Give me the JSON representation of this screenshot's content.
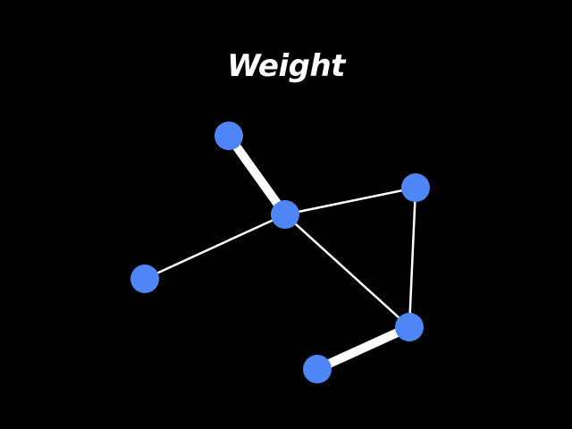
{
  "title": "Weight",
  "colors": {
    "background": "#000000",
    "node_fill": "#4f86f7",
    "edge_stroke": "#ffffff",
    "title_text": "#ffffff"
  },
  "graph": {
    "nodes": [
      {
        "id": "n1"
      },
      {
        "id": "n2"
      },
      {
        "id": "n3"
      },
      {
        "id": "n4"
      },
      {
        "id": "n5"
      },
      {
        "id": "n6"
      }
    ],
    "edges": [
      {
        "source": "n1",
        "target": "n2",
        "weight": 4
      },
      {
        "source": "n2",
        "target": "n3",
        "weight": 1
      },
      {
        "source": "n2",
        "target": "n4",
        "weight": 1
      },
      {
        "source": "n2",
        "target": "n5",
        "weight": 1
      },
      {
        "source": "n3",
        "target": "n5",
        "weight": 1
      },
      {
        "source": "n5",
        "target": "n6",
        "weight": 4
      }
    ]
  }
}
